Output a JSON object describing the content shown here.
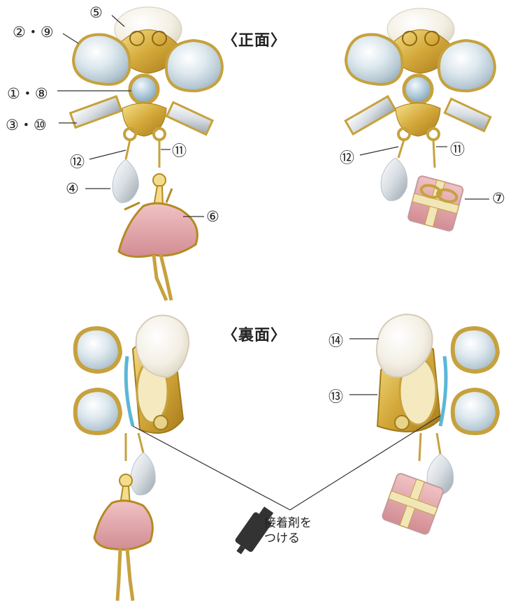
{
  "headings": {
    "front": "〈正面〉",
    "back": "〈裏面〉"
  },
  "labels": {
    "l_2_9": "②・⑨",
    "l_5": "⑤",
    "l_1_8": "①・⑧",
    "l_3_10": "③・⑩",
    "l_12_left": "⑫",
    "l_11_left": "⑪",
    "l_4": "④",
    "l_6": "⑥",
    "l_12_right": "⑫",
    "l_11_right": "⑪",
    "l_7": "⑦",
    "l_14": "⑭",
    "l_13": "⑬"
  },
  "glue_note": {
    "line1": "接着剤を",
    "line2": "つける"
  }
}
